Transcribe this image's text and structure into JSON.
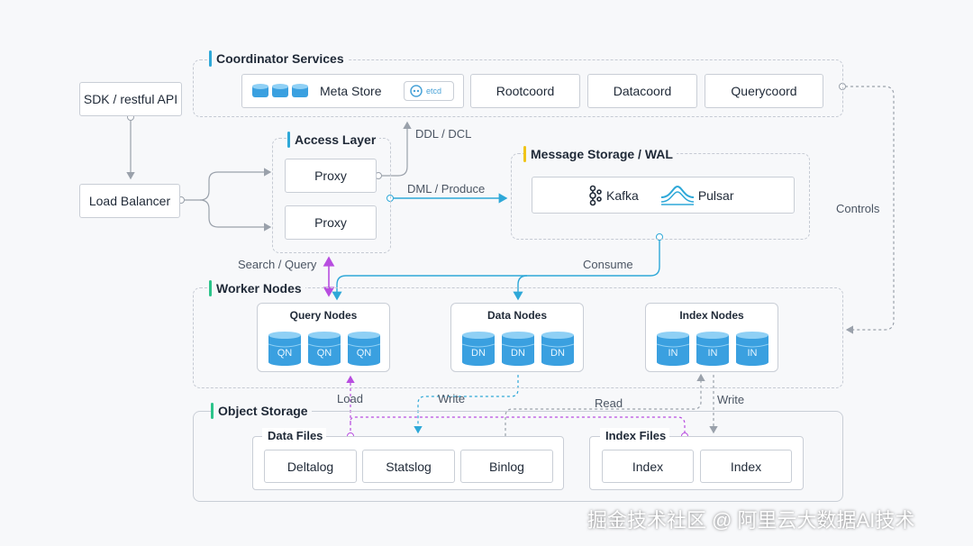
{
  "sdk": "SDK / restful API",
  "load_balancer": "Load Balancer",
  "coordinator": {
    "title": "Coordinator Services",
    "meta_store": "Meta Store",
    "etcd": "etcd",
    "rootcoord": "Rootcoord",
    "datacoord": "Datacoord",
    "querycoord": "Querycoord"
  },
  "access": {
    "title": "Access Layer",
    "proxy1": "Proxy",
    "proxy2": "Proxy"
  },
  "message": {
    "title": "Message Storage / WAL",
    "kafka": "Kafka",
    "pulsar": "Pulsar"
  },
  "edges": {
    "ddl": "DDL / DCL",
    "dml": "DML / Produce",
    "search": "Search / Query",
    "consume": "Consume",
    "controls": "Controls",
    "load": "Load",
    "write1": "Write",
    "read": "Read",
    "write2": "Write"
  },
  "worker": {
    "title": "Worker Nodes",
    "query": {
      "title": "Query Nodes",
      "cyl": [
        "QN",
        "QN",
        "QN"
      ]
    },
    "data": {
      "title": "Data Nodes",
      "cyl": [
        "DN",
        "DN",
        "DN"
      ]
    },
    "index": {
      "title": "Index Nodes",
      "cyl": [
        "IN",
        "IN",
        "IN"
      ]
    }
  },
  "object": {
    "title": "Object Storage",
    "data_files": {
      "title": "Data Files",
      "deltalog": "Deltalog",
      "statslog": "Statslog",
      "binlog": "Binlog"
    },
    "index_files": {
      "title": "Index Files",
      "index1": "Index",
      "index2": "Index"
    }
  },
  "watermark": "掘金技术社区 @ 阿里云大数据AI技术",
  "colors": {
    "cyan_accent": "#2ea8d8",
    "yellow_accent": "#f0c419",
    "green_accent": "#2bc48a",
    "purple_arrow": "#b84de0",
    "cylinder": "#3aa0e0"
  }
}
